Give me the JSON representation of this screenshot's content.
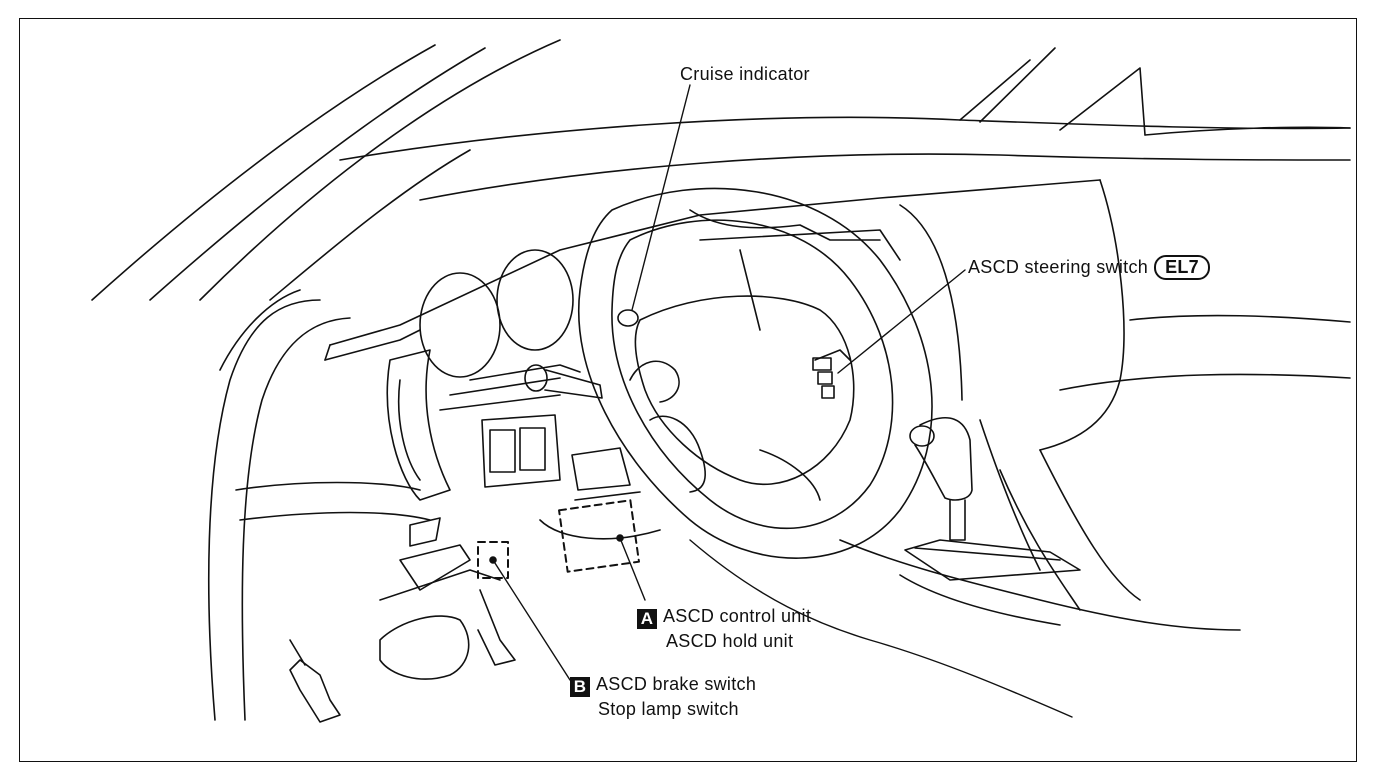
{
  "callouts": {
    "cruise_indicator": "Cruise indicator",
    "steering_switch": {
      "text": "ASCD steering switch",
      "ref": "EL7"
    },
    "item_a": {
      "key": "A",
      "line1": "ASCD control unit",
      "line2": "ASCD hold unit"
    },
    "item_b": {
      "key": "B",
      "line1": "ASCD brake switch",
      "line2": "Stop lamp switch"
    }
  },
  "colors": {
    "ink": "#111111",
    "paper": "#ffffff"
  }
}
